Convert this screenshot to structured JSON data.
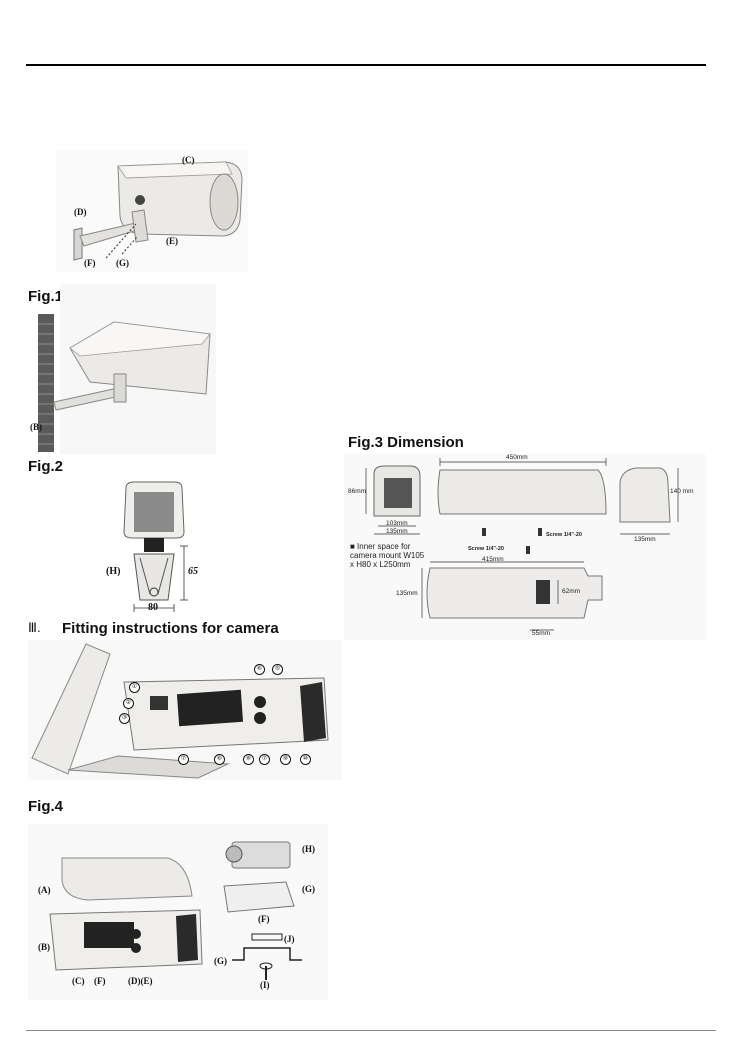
{
  "headings": {
    "fig1": "Fig.1",
    "fig2": "Fig.2",
    "fitting": "Fitting instructions for camera",
    "fitting_roman": "Ⅲ.",
    "fig3": "Fig.3 Dimension",
    "fig4": "Fig.4"
  },
  "fig1_labels": {
    "c": "(C)",
    "d": "(D)",
    "e": "(E)",
    "f": "(F)",
    "g": "(G)"
  },
  "fig1b_labels": {
    "b": "(B)"
  },
  "fig2_labels": {
    "h": "(H)",
    "h_dim": "65",
    "w_dim": "80"
  },
  "fig3_labels": {
    "length": "450mm",
    "height_front": "86mm",
    "inner_w": "103mm",
    "outer_w": "135mm",
    "height_side": "140 mm",
    "side_w": "135mm",
    "screw_a": "Screw 1/4\"-20",
    "screw_b": "Screw 1/4\"-20",
    "bottom_len": "415mm",
    "bottom_w": "135mm",
    "slot": "62mm",
    "slot_w": "55mm",
    "inner_space": "■ Inner space for camera mount W105 x H80 x L250mm"
  },
  "fitting_numbers": [
    "①",
    "②",
    "③",
    "⑥",
    "⑤",
    "⑥",
    "⑦",
    "⑧",
    "⑦",
    "⑨",
    "⑩"
  ],
  "fig4_labels": {
    "a": "(A)",
    "b": "(B)",
    "c": "(C)",
    "f": "(F)",
    "de": "(D)(E)",
    "h": "(H)",
    "g": "(G)",
    "f2": "(F)",
    "j": "(J)",
    "g2": "(G)",
    "i": "(I)"
  }
}
